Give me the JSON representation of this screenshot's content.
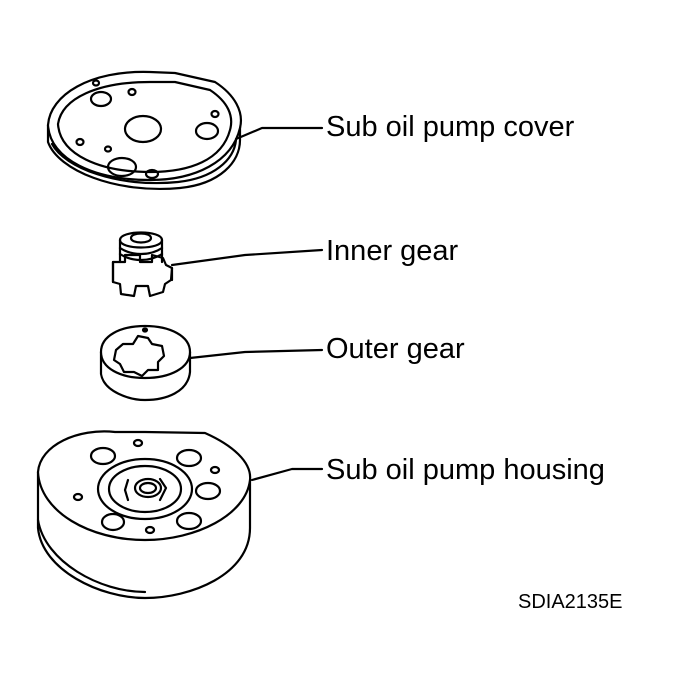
{
  "labels": {
    "cover": "Sub oil pump cover",
    "inner_gear": "Inner gear",
    "outer_gear": "Outer gear",
    "housing": "Sub oil pump housing"
  },
  "figure_id": "SDIA2135E"
}
